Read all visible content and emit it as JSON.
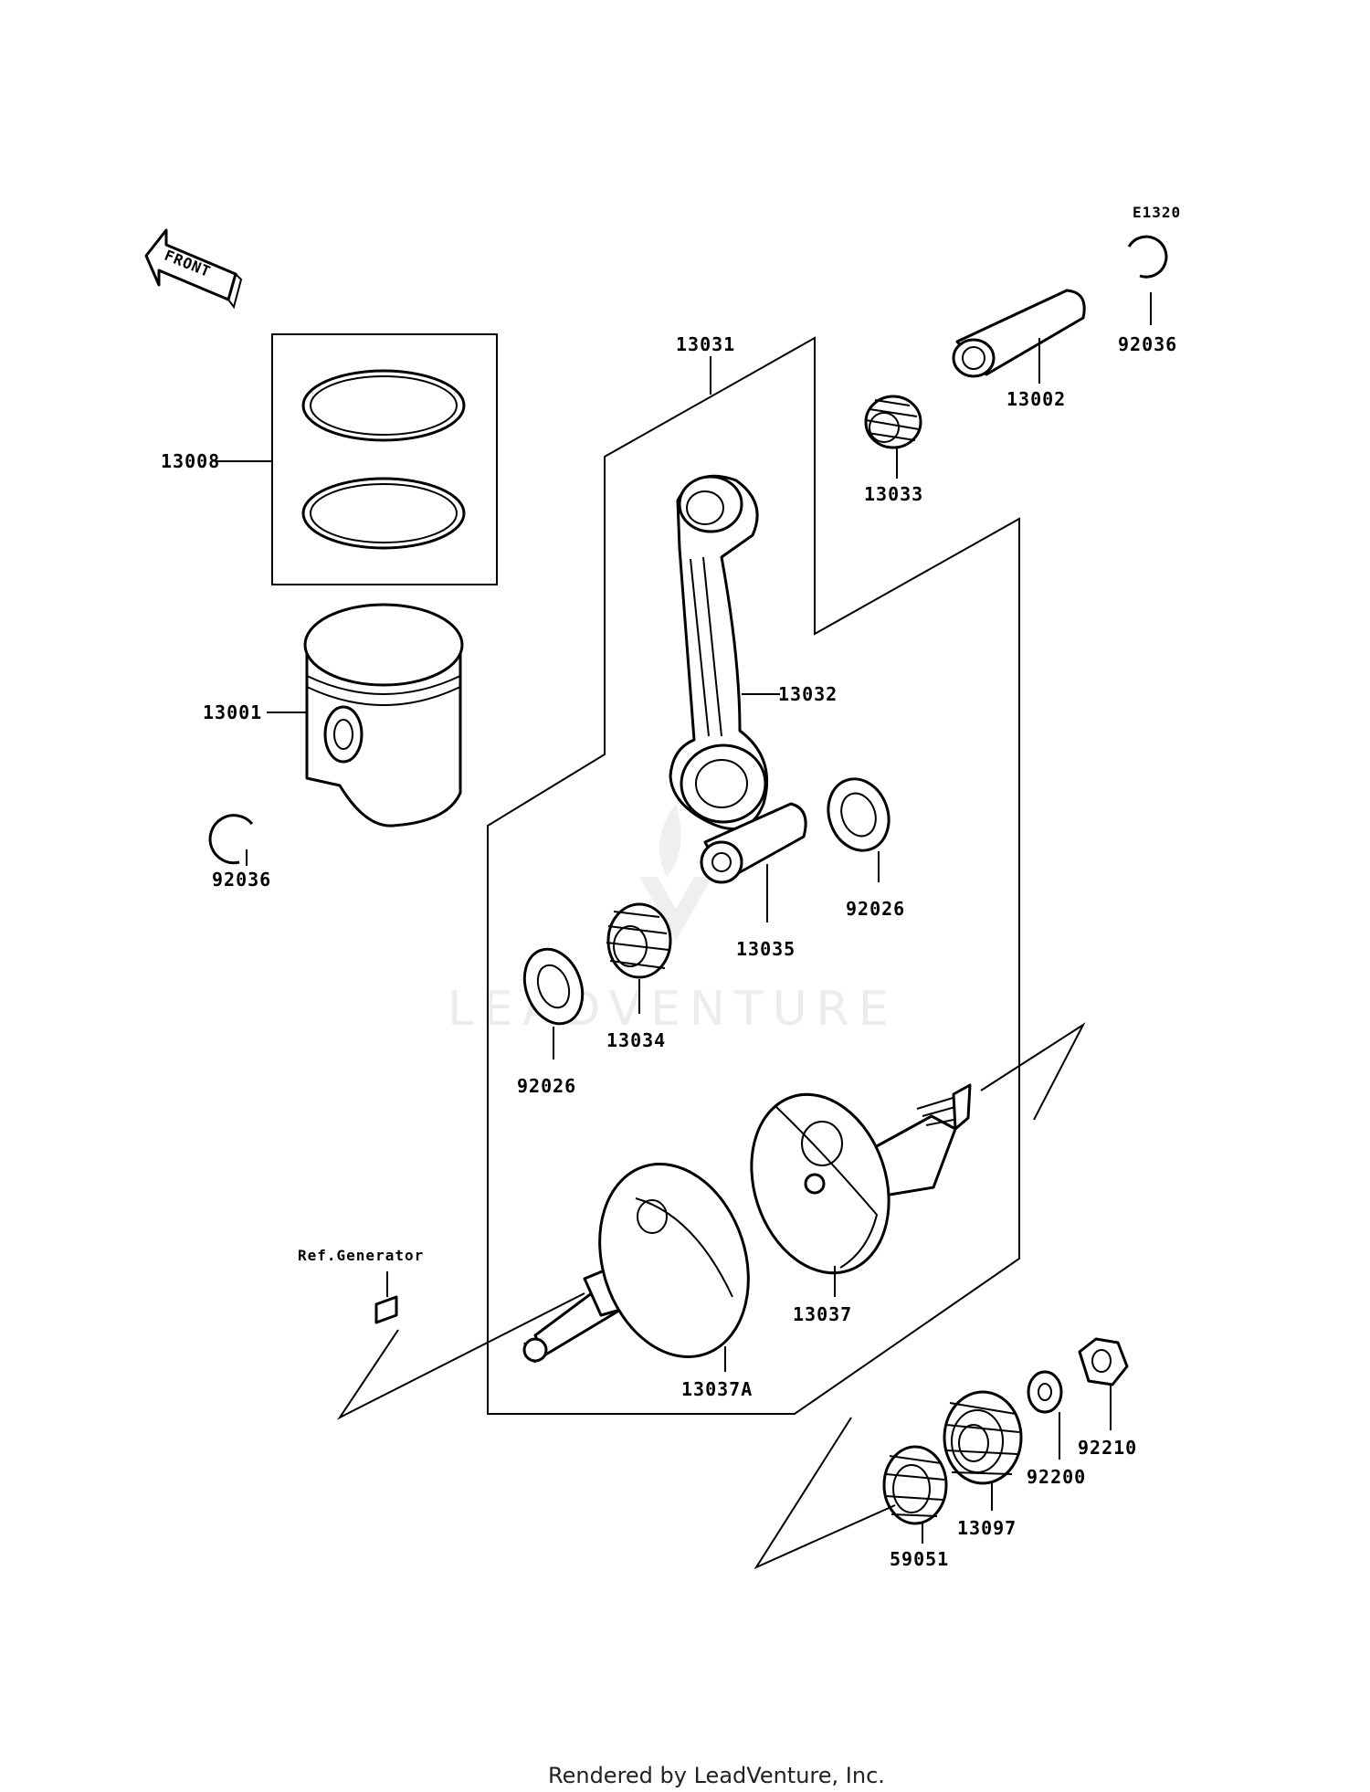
{
  "diagram_code": "E1320",
  "front_label": "FRONT",
  "watermark": "LEADVENTURE",
  "credit": "Rendered by LeadVenture, Inc.",
  "ref_generator": "Ref.Generator",
  "parts": {
    "p13008": "13008",
    "p13001": "13001",
    "p92036_left": "92036",
    "p13031": "13031",
    "p13032": "13032",
    "p13033": "13033",
    "p13002": "13002",
    "p92036_right": "92036",
    "p92026_right": "92026",
    "p13035": "13035",
    "p13034": "13034",
    "p92026_left": "92026",
    "p13037": "13037",
    "p13037A": "13037A",
    "p92210": "92210",
    "p92200": "92200",
    "p13097": "13097",
    "p59051": "59051"
  }
}
